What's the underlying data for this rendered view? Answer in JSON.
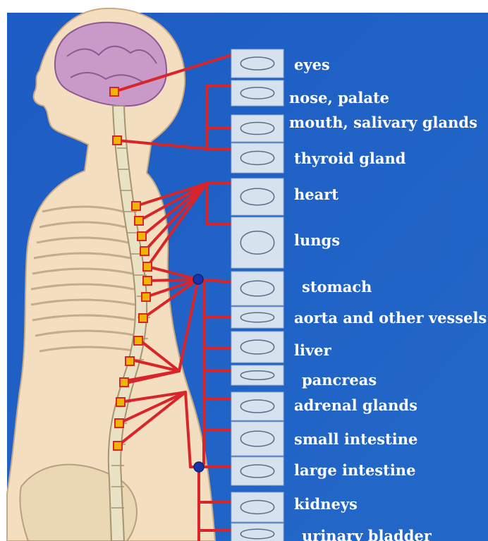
{
  "organs": [
    {
      "label": "eyes",
      "icon": "eye-icon"
    },
    {
      "label": "nose, palate",
      "icon": "nose-palate-icon"
    },
    {
      "label": "mouth, salivary glands",
      "icon": "mouth-salivary-glands-icon"
    },
    {
      "label": "thyroid gland",
      "icon": "thyroid-gland-icon"
    },
    {
      "label": "heart",
      "icon": "heart-icon"
    },
    {
      "label": "lungs",
      "icon": "lungs-icon"
    },
    {
      "label": "stomach",
      "icon": "stomach-icon"
    },
    {
      "label": "aorta and other vessels",
      "icon": "aorta-vessels-icon"
    },
    {
      "label": "liver",
      "icon": "liver-icon"
    },
    {
      "label": "pancreas",
      "icon": "pancreas-icon"
    },
    {
      "label": "adrenal glands",
      "icon": "adrenal-glands-icon"
    },
    {
      "label": "small intestine",
      "icon": "small-intestine-icon"
    },
    {
      "label": "large intestine",
      "icon": "large-intestine-icon"
    },
    {
      "label": "kidneys",
      "icon": "kidneys-icon"
    },
    {
      "label": "urinary bladder",
      "icon": "urinary-bladder-icon"
    }
  ],
  "colors": {
    "background": "#1f5fc0",
    "connector": "#d8252a",
    "node": "#f2b400",
    "ganglion": "#1535a8",
    "skin": "#f3dec0",
    "spine": "#e9e2c4",
    "brain": "#c99ac8",
    "label_text": "#ffffff",
    "icon_tile": "#d6e2ee"
  }
}
